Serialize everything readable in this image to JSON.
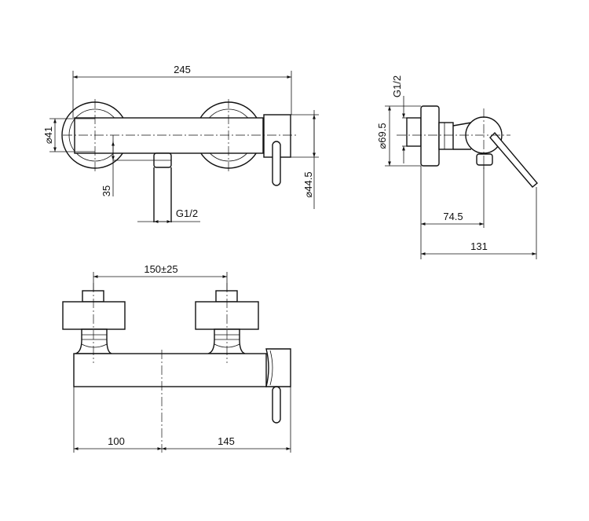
{
  "top_view": {
    "dim_overall_width": "245",
    "dim_connection_diameter": "41",
    "dim_spout_offset": "35",
    "dim_spout_thread": "G1/2",
    "dim_body_diameter": "44.5"
  },
  "side_view": {
    "dim_inlet_thread": "G1/2",
    "dim_flange_diameter": "69.5",
    "dim_lever_axis_depth": "74.5",
    "dim_overall_depth": "131"
  },
  "front_view": {
    "dim_center_distance": "150±25",
    "dim_left_to_center": "100",
    "dim_center_to_right": "145"
  },
  "symbols": {
    "diameter": "⌀"
  }
}
